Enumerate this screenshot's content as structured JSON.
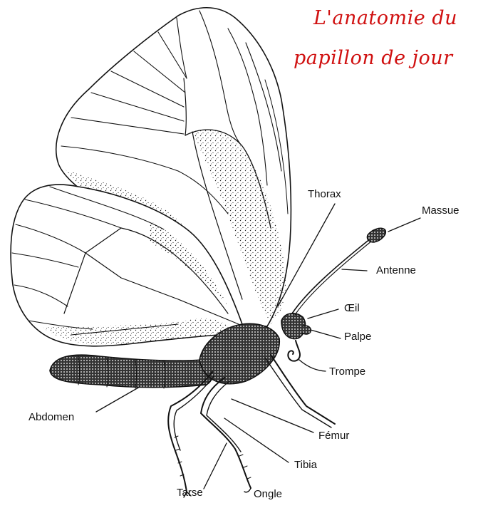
{
  "title": {
    "line1": "L'anatomie du",
    "line2": "papillon de jour",
    "color": "#d01010"
  },
  "labels": {
    "thorax": "Thorax",
    "massue": "Massue",
    "antenne": "Antenne",
    "oeil": "Œil",
    "palpe": "Palpe",
    "trompe": "Trompe",
    "abdomen": "Abdomen",
    "femur": "Fémur",
    "tibia": "Tibia",
    "tarse": "Tarse",
    "ongle": "Ongle"
  },
  "colors": {
    "ink": "#111111",
    "background": "#ffffff"
  }
}
